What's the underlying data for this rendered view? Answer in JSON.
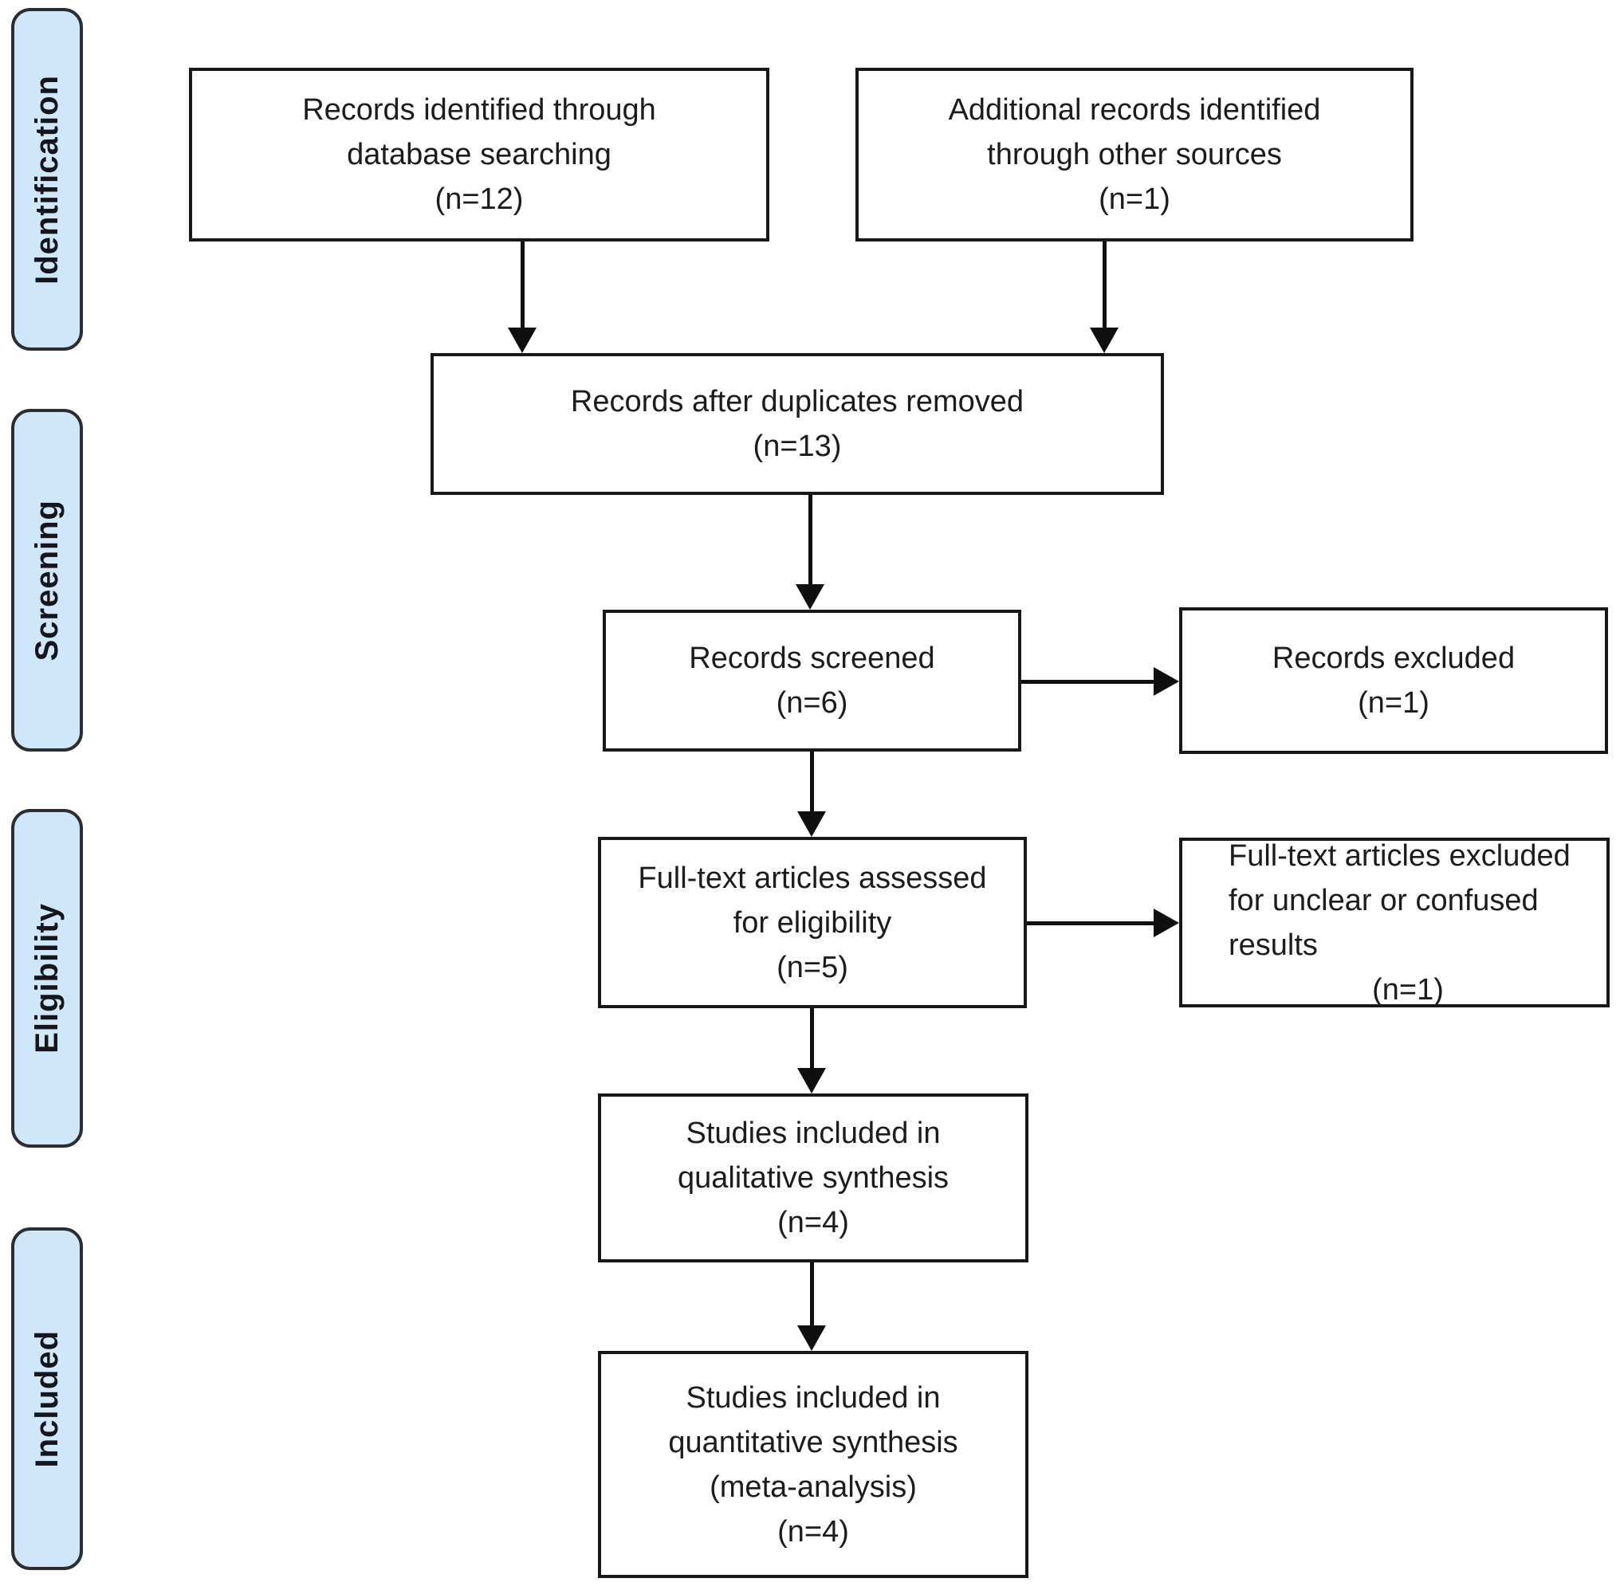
{
  "colors": {
    "stage_fill": "#cfe7f8",
    "stage_border": "#2a2d31",
    "box_border": "#17181a",
    "arrow": "#0f0f0f",
    "text": "#1c1c1e",
    "background": "#ffffff"
  },
  "stages": [
    {
      "id": "identification",
      "label": "Identification"
    },
    {
      "id": "screening",
      "label": "Screening"
    },
    {
      "id": "eligibility",
      "label": "Eligibility"
    },
    {
      "id": "included",
      "label": "Included"
    }
  ],
  "boxes": [
    {
      "id": "records-identified",
      "lines": [
        "Records identified through",
        "database searching",
        "(n=12)"
      ]
    },
    {
      "id": "additional-records",
      "lines": [
        "Additional records identified",
        "through other sources",
        "(n=1)"
      ]
    },
    {
      "id": "records-after-duplicates",
      "lines": [
        "Records after duplicates removed",
        "(n=13)"
      ]
    },
    {
      "id": "records-screened",
      "lines": [
        "Records screened",
        "(n=6)"
      ]
    },
    {
      "id": "records-excluded",
      "lines": [
        "Records excluded",
        "(n=1)"
      ]
    },
    {
      "id": "fulltext-assessed",
      "lines": [
        "Full-text articles assessed",
        "for eligibility",
        "(n=5)"
      ]
    },
    {
      "id": "fulltext-excluded",
      "lines": [
        "Full-text articles excluded",
        "for unclear or confused",
        "results",
        "(n=1)"
      ]
    },
    {
      "id": "qualitative-synthesis",
      "lines": [
        "Studies included in",
        "qualitative synthesis",
        "(n=4)"
      ]
    },
    {
      "id": "quantitative-synthesis",
      "lines": [
        "Studies included in",
        "quantitative synthesis",
        "(meta-analysis)",
        "(n=4)"
      ]
    }
  ]
}
